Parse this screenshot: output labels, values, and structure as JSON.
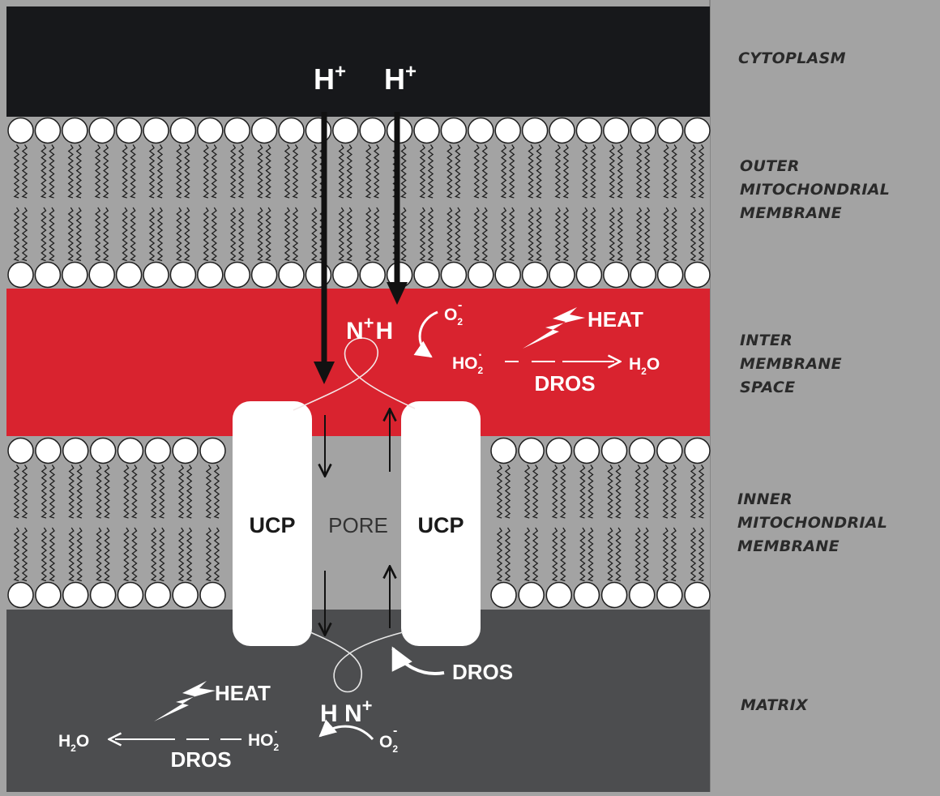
{
  "labels": {
    "cytoplasm": "CYTOPLASM",
    "outer": [
      "OUTER",
      "MITOCHONDRIAL",
      "MEMBRANE"
    ],
    "inter": [
      "INTER",
      "MEMBRANE",
      "SPACE"
    ],
    "inner": [
      "INNER",
      "MITOCHONDRIAL",
      "MEMBRANE"
    ],
    "matrix": "MATRIX"
  },
  "top": {
    "h1": "H",
    "h1_sup": "+",
    "h2": "H",
    "h2_sup": "+"
  },
  "intermembrane": {
    "n": "N",
    "n_sup": "+",
    "h": "H",
    "o2": "O",
    "o2_sub": "2",
    "o2_sup": "-",
    "ho2": "HO",
    "ho2_sub": "2",
    "ho2_sup": "·",
    "h2o": "H",
    "h2o_sub": "2",
    "h2o_o": "O",
    "dros": "DROS",
    "heat": "HEAT"
  },
  "pore": {
    "ucp_left": "UCP",
    "pore": "PORE",
    "ucp_right": "UCP"
  },
  "matrix_side": {
    "dros_arrow": "DROS",
    "heat": "HEAT",
    "hn": "H N",
    "hn_sup": "+",
    "o2": "O",
    "o2_sub": "2",
    "o2_sup": "-",
    "ho2": "HO",
    "ho2_sub": "2",
    "ho2_sup": "·",
    "h2o": "H",
    "h2o_sub": "2",
    "h2o_o": "O",
    "dros": "DROS"
  },
  "colors": {
    "cytoplasm": "#17181b",
    "intermembrane": "#d9232f",
    "matrix": "#4c4d4f",
    "membrane": "#a3a3a3",
    "side_panel": "#a3a3a3"
  }
}
